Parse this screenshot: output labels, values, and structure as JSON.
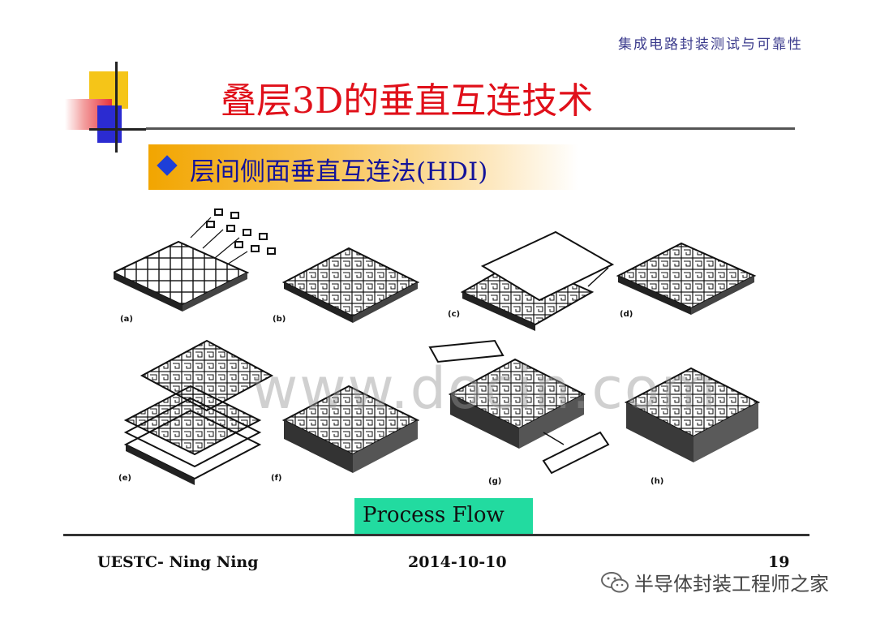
{
  "header": {
    "top_right_text": "集成电路封装测试与可靠性"
  },
  "slide": {
    "title": "叠层3D的垂直互连技术",
    "subtitle": "层间侧面垂直互连法(HDI)"
  },
  "figure": {
    "panel_labels": [
      "(a)",
      "(b)",
      "(c)",
      "(d)",
      "(e)",
      "(f)",
      "(g)",
      "(h)"
    ],
    "watermark": "www.docin.com",
    "caption": "Process Flow"
  },
  "footer": {
    "author": "UESTC- Ning Ning",
    "date": "2014-10-10",
    "page": "19",
    "wechat_account": "半导体封装工程师之家"
  },
  "colors": {
    "title": "#e0101a",
    "subtitle": "#13139a",
    "caption_box": "#22dba0",
    "bullet": "#1e3fd8"
  }
}
